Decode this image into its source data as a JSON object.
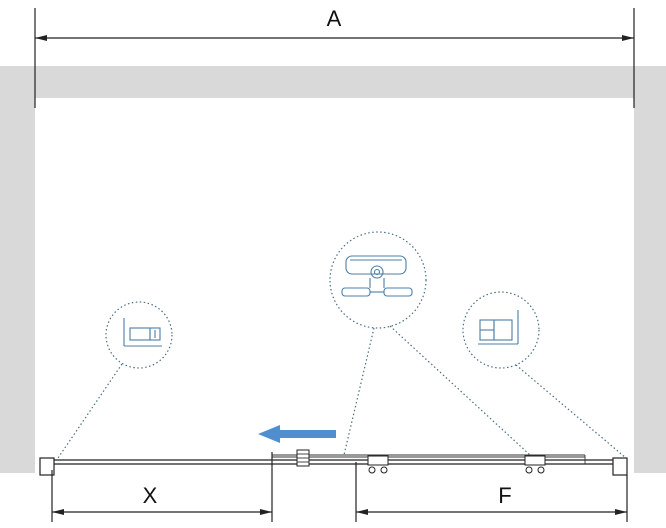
{
  "dimensions": {
    "overall_width_label": "A",
    "left_offset_label": "X",
    "right_offset_label": "F"
  },
  "colors": {
    "wall": "#d9d9d9",
    "line": "#222222",
    "detail": "#4c7fa6",
    "arrow": "#4f8fd0"
  },
  "icons": {
    "sliding_direction": "arrow-left-icon"
  }
}
